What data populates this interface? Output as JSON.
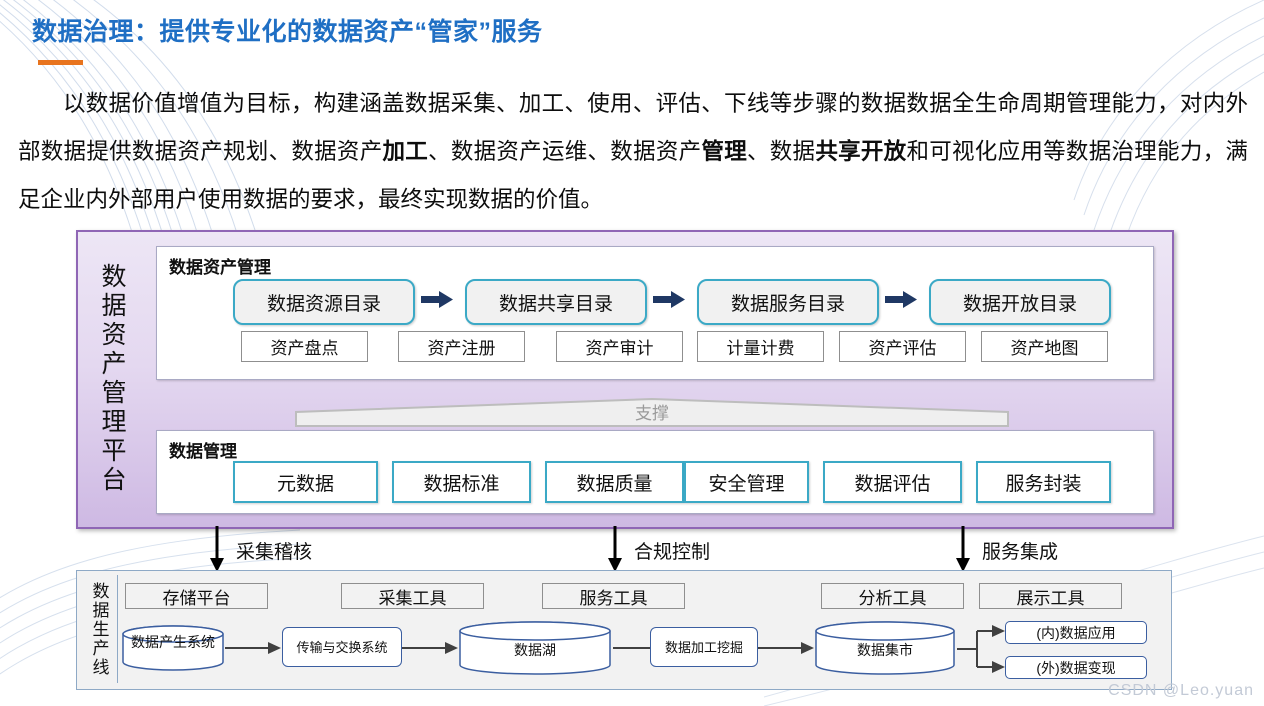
{
  "slide": {
    "title": "数据治理：提供专业化的数据资产“管家”服务",
    "accent_color": "#1F6FC4",
    "rule_color": "#E8741E",
    "watermark": "CSDN @Leo.yuan"
  },
  "paragraph": {
    "seg1": "以数据价值增值为目标，构建涵盖数据采集、加工、使用、评估、下线等步骤的数据数据全生命周期管理能力，对内外部数据提供数据资产规划、数据资产",
    "bold1": "加工",
    "seg2": "、数据资产运维、数据资产",
    "bold2": "管理",
    "seg3": "、数据",
    "bold3": "共享开放",
    "seg4": "和可视化应用等数据治理能力，满足企业内外部用户使用数据的要求，最终实现数据的价值。"
  },
  "platform": {
    "vertical_label": "数据资产管理平台",
    "border_color": "#8F66B5",
    "asset_section": {
      "title": "数据资产管理",
      "catalogs": [
        {
          "label": "数据资源目录"
        },
        {
          "label": "数据共享目录"
        },
        {
          "label": "数据服务目录"
        },
        {
          "label": "数据开放目录"
        }
      ],
      "catalog_border_color": "#3BA9C6",
      "arrow_color": "#1F3864",
      "subitems": [
        "资产盘点",
        "资产注册",
        "资产审计",
        "计量计费",
        "资产评估",
        "资产地图"
      ]
    },
    "support_label": "支撑",
    "management_section": {
      "title": "数据管理",
      "items": [
        "元数据",
        "数据标准",
        "数据质量",
        "安全管理",
        "数据评估",
        "服务封装"
      ]
    }
  },
  "connectors": [
    {
      "label": "采集稽核"
    },
    {
      "label": "合规控制"
    },
    {
      "label": "服务集成"
    }
  ],
  "production_line": {
    "vertical_label": "数据生产线",
    "tools": [
      "存储平台",
      "采集工具",
      "服务工具",
      "分析工具",
      "展示工具"
    ],
    "nodes": [
      {
        "label": "数据产生系统",
        "shape": "cylinder"
      },
      {
        "label": "传输与交换系统",
        "shape": "rounded-rect"
      },
      {
        "label": "数据湖",
        "shape": "cylinder"
      },
      {
        "label": "数据加工挖掘",
        "shape": "rounded-rect"
      },
      {
        "label": "数据集市",
        "shape": "cylinder"
      }
    ],
    "outputs": [
      "(内)数据应用",
      "(外)数据变现"
    ]
  }
}
